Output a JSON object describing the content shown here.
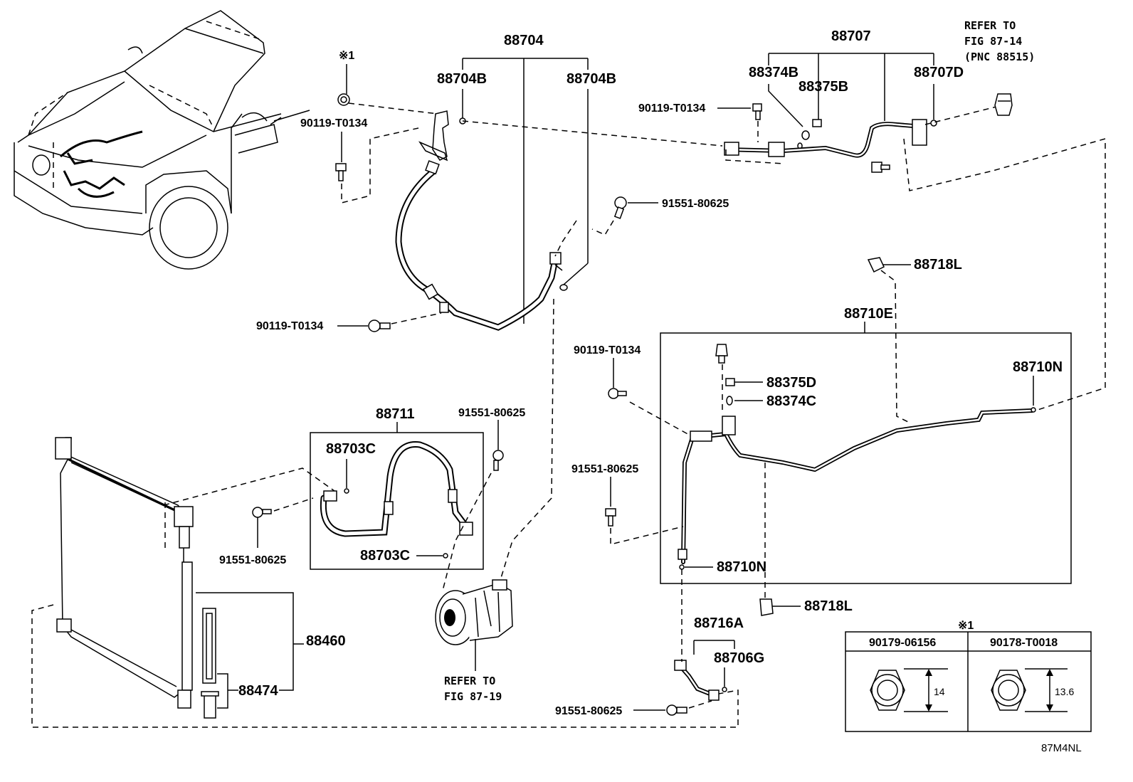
{
  "labels": {
    "p88704": "88704",
    "p88704b_left": "88704B",
    "p88704b_right": "88704B",
    "p88707": "88707",
    "p88374b": "88374B",
    "p88375b": "88375B",
    "p88707d": "88707D",
    "refer_top_1": "REFER TO",
    "refer_top_2": "FIG 87-14",
    "refer_top_3": "(PNC 88515)",
    "star1_top": "※1",
    "p90119_a": "90119-T0134",
    "p90119_b": "90119-T0134",
    "p90119_c": "90119-T0134",
    "p90119_d": "90119-T0134",
    "p91551_a": "91551-80625",
    "p91551_b": "91551-80625",
    "p91551_c": "91551-80625",
    "p91551_d": "91551-80625",
    "p91551_e": "91551-80625",
    "p88718l_top": "88718L",
    "p88718l_bot": "88718L",
    "p88710e": "88710E",
    "p88710n_right": "88710N",
    "p88710n_bot": "88710N",
    "p88375d": "88375D",
    "p88374c": "88374C",
    "p88711": "88711",
    "p88703c_top": "88703C",
    "p88703c_bot": "88703C",
    "p88460": "88460",
    "p88474": "88474",
    "refer_bot_1": "REFER TO",
    "refer_bot_2": "FIG 87-19",
    "p88716a": "88716A",
    "p88706g": "88706G",
    "star1_table": "※1",
    "code": "87M4NL"
  },
  "table": {
    "col1_header": "90179-06156",
    "col2_header": "90178-T0018",
    "col1_dim": "14",
    "col2_dim": "13.6"
  }
}
